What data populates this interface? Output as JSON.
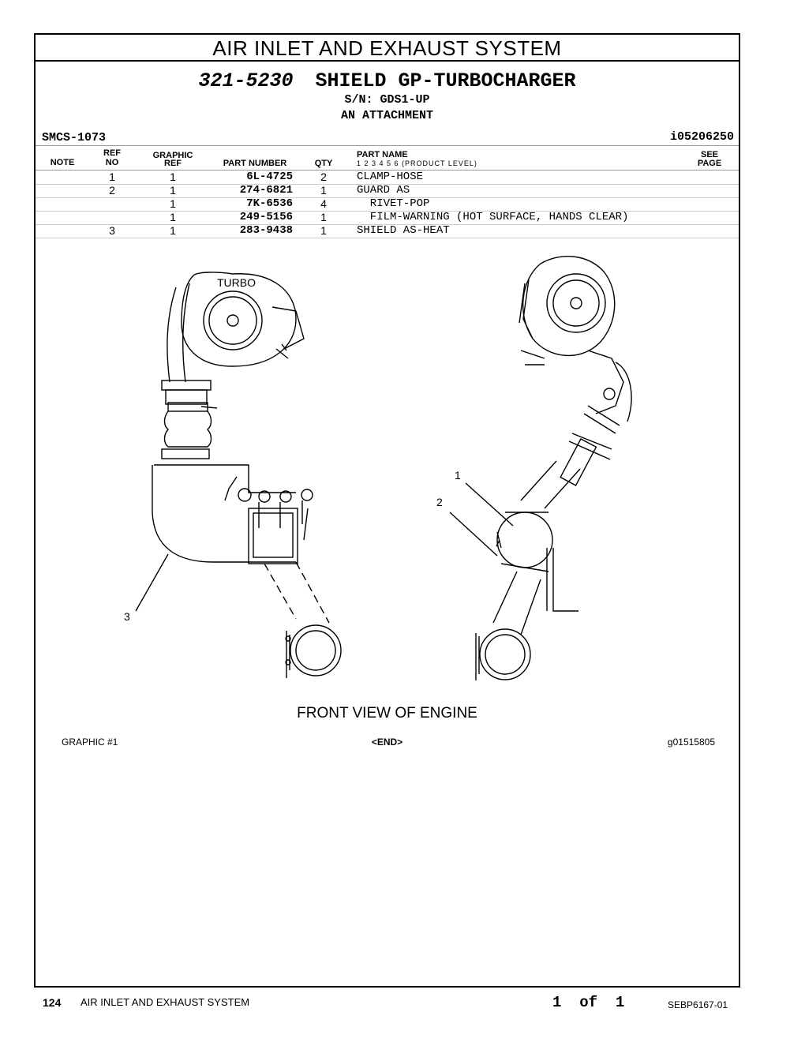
{
  "section_title": "AIR INLET AND EXHAUST SYSTEM",
  "group": {
    "part_number": "321-5230",
    "name": "SHIELD GP-TURBOCHARGER",
    "serial": "S/N: GDS1-UP",
    "attachment": "AN ATTACHMENT"
  },
  "smcs": "SMCS-1073",
  "illustration_id": "i05206250",
  "columns": {
    "note": "NOTE",
    "ref_no_1": "REF",
    "ref_no_2": "NO",
    "graphic_ref_1": "GRAPHIC",
    "graphic_ref_2": "REF",
    "part_number": "PART NUMBER",
    "qty": "QTY",
    "part_name": "PART NAME",
    "product_levels": "1   2   3   4   5   6    (PRODUCT LEVEL)",
    "see_page_1": "SEE",
    "see_page_2": "PAGE"
  },
  "parts": [
    {
      "ref": "1",
      "graphic": "1",
      "part_number": "6L-4725",
      "qty": "2",
      "name": "CLAMP-HOSE"
    },
    {
      "ref": "2",
      "graphic": "1",
      "part_number": "274-6821",
      "qty": "1",
      "name": "GUARD AS"
    },
    {
      "ref": "",
      "graphic": "1",
      "part_number": "7K-6536",
      "qty": "4",
      "name": "  RIVET-POP"
    },
    {
      "ref": "",
      "graphic": "1",
      "part_number": "249-5156",
      "qty": "1",
      "name": "  FILM-WARNING (HOT SURFACE, HANDS CLEAR)"
    },
    {
      "ref": "3",
      "graphic": "1",
      "part_number": "283-9438",
      "qty": "1",
      "name": "SHIELD AS-HEAT"
    }
  ],
  "drawing": {
    "turbo_label": "TURBO",
    "callout_1": "1",
    "callout_2": "2",
    "callout_3": "3",
    "caption": "FRONT VIEW OF ENGINE"
  },
  "graphic_label": "GRAPHIC #1",
  "end_marker": "<END>",
  "graphic_id": "g01515805",
  "footer": {
    "page_number": "124",
    "section": "AIR INLET AND EXHAUST SYSTEM",
    "page_of": "1  of  1",
    "document": "SEBP6167-01"
  }
}
